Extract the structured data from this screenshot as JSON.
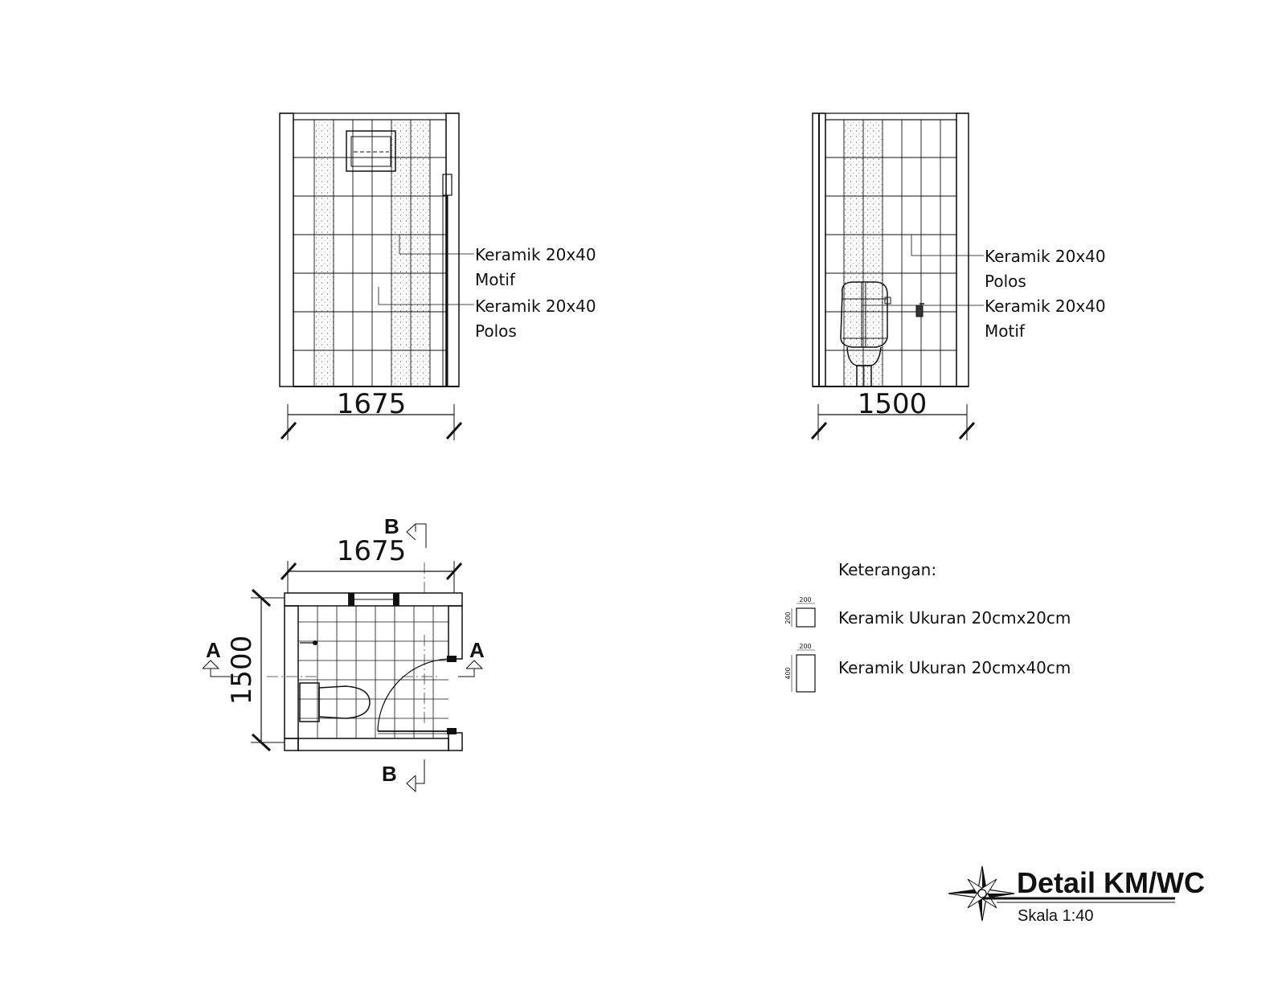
{
  "title": {
    "name": "Detail KM/WC",
    "scale": "Skala 1:40"
  },
  "elevation_front": {
    "width_dim": "1675",
    "label_1_line1": "Keramik 20x40",
    "label_1_line2": "Motif",
    "label_2_line1": "Keramik 20x40",
    "label_2_line2": "Polos"
  },
  "elevation_side": {
    "width_dim": "1500",
    "label_1_line1": "Keramik 20x40",
    "label_1_line2": "Polos",
    "label_2_line1": "Keramik 20x40",
    "label_2_line2": "Motif"
  },
  "plan": {
    "width_dim": "1675",
    "depth_dim": "1500",
    "section_a": "A",
    "section_b": "B"
  },
  "legend": {
    "heading": "Keterangan:",
    "items": [
      {
        "label": "Keramik Ukuran 20cmx20cm",
        "w": "200",
        "h": "200"
      },
      {
        "label": "Keramik Ukuran 20cmx40cm",
        "w": "200",
        "h": "400"
      }
    ]
  }
}
